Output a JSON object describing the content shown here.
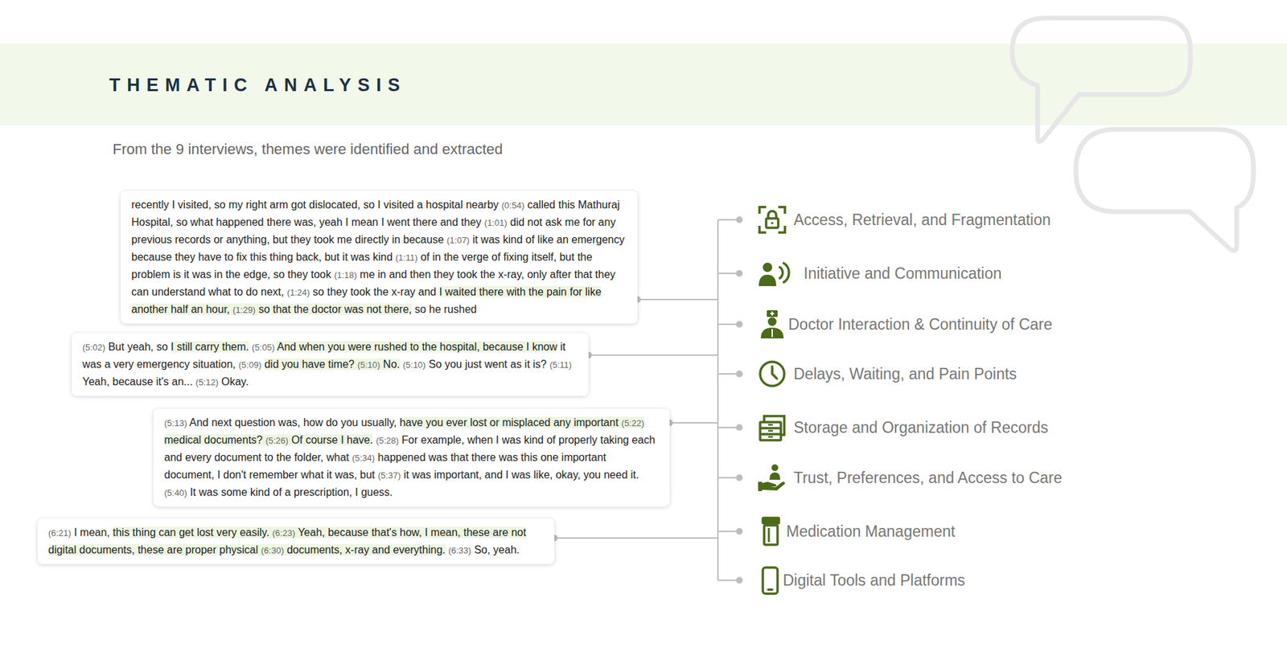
{
  "diagram": {
    "title": "THEMATIC ANALYSIS",
    "nodes": [
      {
        "text": [
          "recently I visited, so my right arm got dislocated, so I visited a hospital nearby",
          "(0:54)",
          "called this Mathuraj Hospital, so what happened there was, yeah I mean I went there and they",
          "(1:01)",
          "did not ask me for any previous records or anything, but they took me directly in because",
          "(1:07)",
          "it was kind of like an emergency because they have to fix this thing back, but it was kind",
          "(1:11)",
          "of in the verge of fixing itself, but the problem is it was in the edge, so they took",
          "(1:18)",
          "me in and then they took the x-ray, only after that they can understand what to do next,",
          "(1:24)",
          "so they took the x-ray and",
          "I waited there with the pain for like another half an hour,",
          "(1:29)",
          "so that the doctor was not there,",
          "so he rushed"
        ]
      },
      {
        "text": [
          "(5:02)",
          "But yeah, so",
          "I still carry them.",
          "(5:05)",
          "And when you were rushed to the hospital, because I know",
          "it was a very emergency situation,",
          "(5:09)",
          "did you have time?",
          "(5:10)",
          "No.",
          "(5:10)",
          "So you just went as it is?",
          "(5:11)",
          "Yeah, because it's an...",
          "(5:12)",
          "Okay."
        ]
      },
      {
        "text": [
          "(5:13)",
          "And next question was, how do you usually,",
          "have you ever lost or misplaced any important",
          "(5:22)",
          "medical documents?",
          "(5:26)",
          "Of course I have.",
          "(5:28)",
          "For example, when I was kind of properly taking each and every document to the folder, what",
          "(5:34)",
          "happened was that there was this one important document, I don't remember what it was, but",
          "(5:37)",
          "it was important, and I was like, okay, you need it.",
          "(5:40)",
          "It was some kind of a prescription, I guess."
        ]
      },
      {
        "text": [
          "(6:21)",
          "I mean,",
          "this thing can get lost very easily.",
          "(6:23)",
          "Yeah, because that's how, I mean, these are not digital documents, these are proper physical",
          "(6:30)",
          "documents, x-ray and everything.",
          "(6:33)",
          "So, yeah."
        ]
      }
    ],
    "labels": [
      "From the 9 interviews, themes were identified and extracted",
      "Access, Retrieval, and Fragmentation",
      "Initiative and Communication",
      "Doctor Interaction & Continuity of Care",
      "Delays, Waiting, and Pain Points",
      "Storage and Organization of Records",
      "Trust, Preferences, and Access to Care",
      "Medication Management",
      "Digital Tools and Platforms"
    ]
  }
}
